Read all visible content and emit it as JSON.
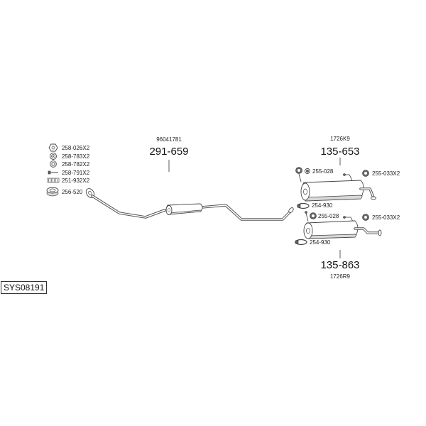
{
  "system_code": "SYS08191",
  "hardware": [
    {
      "code": "258-026X2"
    },
    {
      "code": "258-783X2"
    },
    {
      "code": "258-782X2"
    },
    {
      "code": "258-791X2"
    },
    {
      "code": "251-932X2"
    },
    {
      "code": "256-520"
    }
  ],
  "middle_silencer": {
    "part_number": "291-659",
    "oe_reference": "96041781"
  },
  "rear_silencer_top": {
    "part_number": "135-653",
    "oe_reference": "1726K9",
    "hanger": "255-028",
    "rubber_mount": "255-033X2",
    "clamp": "254-930"
  },
  "rear_silencer_bottom": {
    "part_number": "135-863",
    "oe_reference": "1726R9",
    "hanger": "255-028",
    "rubber_mount": "255-033X2",
    "clamp": "254-930"
  },
  "colors": {
    "line": "#333333",
    "pipe": "#555555",
    "shade": "#d9d9d9"
  }
}
